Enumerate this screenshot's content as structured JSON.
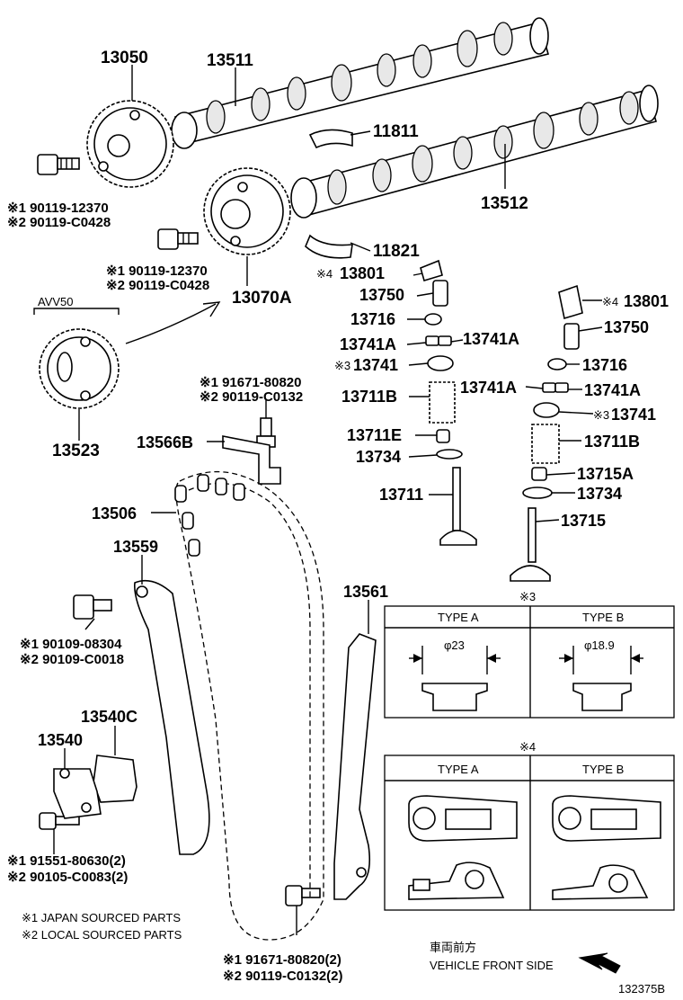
{
  "parts": {
    "p13050": "13050",
    "p13511": "13511",
    "p11811": "11811",
    "p13512": "13512",
    "p11821": "11821",
    "p13801_top": "13801",
    "p13750_top": "13750",
    "p13716_top": "13716",
    "p13741A_top_l": "13741A",
    "p13741A_top_r": "13741A",
    "p13741_top": "13741",
    "p13711B_l": "13711B",
    "p13711E": "13711E",
    "p13734_l": "13734",
    "p13711": "13711",
    "p13801_r": "13801",
    "p13750_r": "13750",
    "p13716_r": "13716",
    "p13741A_r_l": "13741A",
    "p13741A_r_r": "13741A",
    "p13741_r": "13741",
    "p13711B_r": "13711B",
    "p13715A": "13715A",
    "p13734_r": "13734",
    "p13715": "13715",
    "p13070A": "13070A",
    "p13523": "13523",
    "p13566B": "13566B",
    "p13506": "13506",
    "p13559": "13559",
    "p13561": "13561",
    "p13540C": "13540C",
    "p13540": "13540"
  },
  "refs": {
    "bolt1_a": "※1 90119-12370",
    "bolt1_b": "※2 90119-C0428",
    "bolt2_a": "※1 90119-12370",
    "bolt2_b": "※2 90119-C0428",
    "bolt3_a": "※1 91671-80820",
    "bolt3_b": "※2 90119-C0132",
    "bolt4_a": "※1 90109-08304",
    "bolt4_b": "※2 90109-C0018",
    "bolt5_a": "※1 91551-80630(2)",
    "bolt5_b": "※2 90105-C0083(2)",
    "bolt6_a": "※1 91671-80820(2)",
    "bolt6_b": "※2 90119-C0132(2)",
    "mark4_top": "※4",
    "mark3_top": "※3",
    "mark4_r": "※4",
    "mark3_r": "※3"
  },
  "labels": {
    "avv50": "AVV50",
    "legend1": "※1 JAPAN SOURCED PARTS",
    "legend2": "※2 LOCAL SOURCED PARTS",
    "front_jp": "車両前方",
    "front_en": "VEHICLE FRONT SIDE",
    "drawing_no": "132375B"
  },
  "table3": {
    "mark": "※3",
    "type_a": "TYPE A",
    "type_b": "TYPE B",
    "dim_a": "φ23",
    "dim_b": "φ18.9"
  },
  "table4": {
    "mark": "※4",
    "type_a": "TYPE A",
    "type_b": "TYPE B"
  }
}
